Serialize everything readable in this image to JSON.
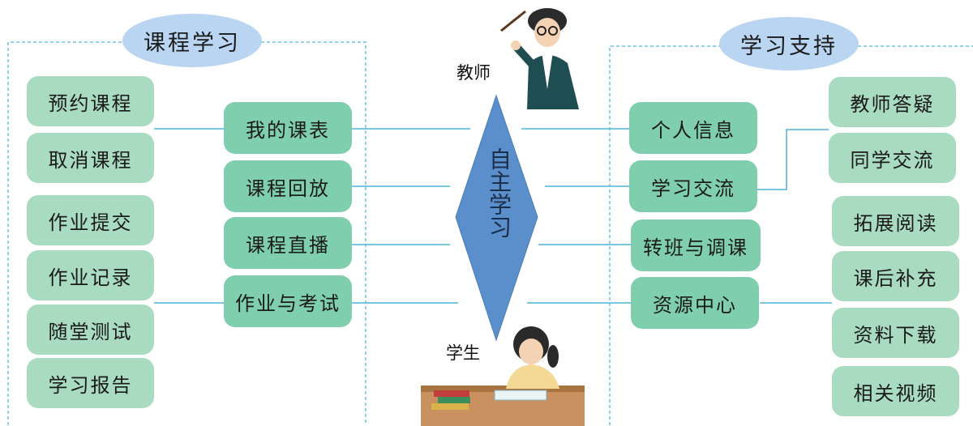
{
  "colors": {
    "leaf_box": "#a8dbc0",
    "branch_box": "#7fcfae",
    "header_ellipse": "#b9d5f1",
    "diamond": "#5b8fcc",
    "connector": "#4fb3d3",
    "dashed_frame": "#6cc4e0"
  },
  "center": {
    "label": "自主学习"
  },
  "roles": {
    "teacher": "教师",
    "student": "学生"
  },
  "left_section": {
    "title": "课程学习",
    "branches": [
      "我的课表",
      "课程回放",
      "课程直播",
      "作业与考试"
    ],
    "leaves": [
      "预约课程",
      "取消课程",
      "作业提交",
      "作业记录",
      "随堂测试",
      "学习报告"
    ]
  },
  "right_section": {
    "title": "学习支持",
    "branches": [
      "个人信息",
      "学习交流",
      "转班与调课",
      "资源中心"
    ],
    "leaves": [
      "教师答疑",
      "同学交流",
      "拓展阅读",
      "课后补充",
      "资料下载",
      "相关视频"
    ]
  }
}
